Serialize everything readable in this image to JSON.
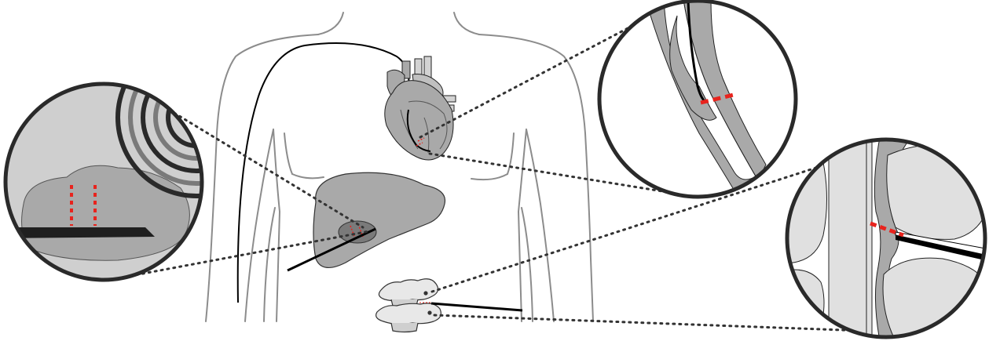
{
  "figure": {
    "colors": {
      "outline": "#8c8c8c",
      "organ_fill": "#a9a9a9",
      "organ_dark": "#7a7a7a",
      "light_fill": "#d3d3d3",
      "zoom_ring": "#2a2a2a",
      "needle": "#000000",
      "ablation_mark": "#e8231d",
      "connector": "#333333"
    },
    "icons": {
      "body": "human-torso-outline",
      "heart": "heart-illustration",
      "liver": "liver-illustration",
      "spine": "vertebrae-illustration"
    }
  }
}
